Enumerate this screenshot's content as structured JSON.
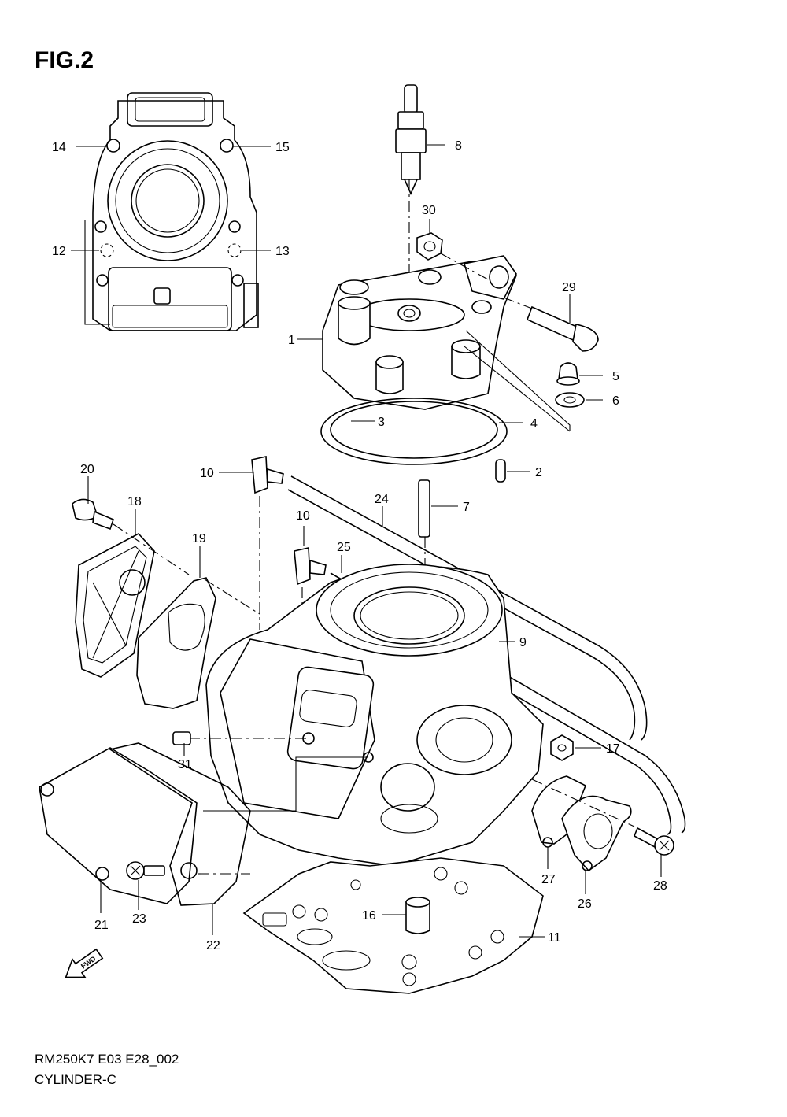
{
  "figure": {
    "title": "FIG.2"
  },
  "callouts": [
    {
      "num": "1"
    },
    {
      "num": "2"
    },
    {
      "num": "3"
    },
    {
      "num": "4"
    },
    {
      "num": "5"
    },
    {
      "num": "6"
    },
    {
      "num": "7"
    },
    {
      "num": "8"
    },
    {
      "num": "9"
    },
    {
      "num": "10"
    },
    {
      "num": "10"
    },
    {
      "num": "11"
    },
    {
      "num": "12"
    },
    {
      "num": "13"
    },
    {
      "num": "14"
    },
    {
      "num": "15"
    },
    {
      "num": "16"
    },
    {
      "num": "17"
    },
    {
      "num": "18"
    },
    {
      "num": "19"
    },
    {
      "num": "20"
    },
    {
      "num": "21"
    },
    {
      "num": "22"
    },
    {
      "num": "23"
    },
    {
      "num": "24"
    },
    {
      "num": "25"
    },
    {
      "num": "26"
    },
    {
      "num": "27"
    },
    {
      "num": "28"
    },
    {
      "num": "29"
    },
    {
      "num": "30"
    },
    {
      "num": "31"
    }
  ],
  "fwd_badge": "FWD",
  "footer": {
    "model_code": "RM250K7 E03 E28_002",
    "section_name": "CYLINDER-C"
  }
}
